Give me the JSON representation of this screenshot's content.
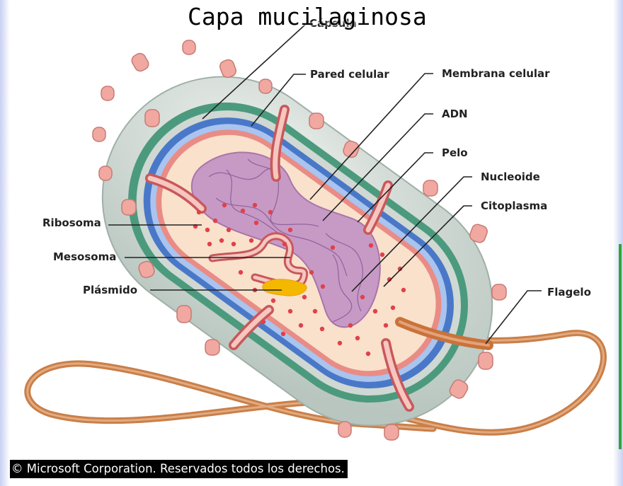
{
  "title": "Capa mucilaginosa",
  "labels": {
    "capsula": "Cápsula",
    "pared": "Pared celular",
    "membrana": "Membrana celular",
    "adn": "ADN",
    "pelo": "Pelo",
    "nucleoide": "Nucleoide",
    "citoplasma": "Citoplasma",
    "flagelo": "Flagelo",
    "ribosoma": "Ribosoma",
    "mesosoma": "Mesosoma",
    "plasmido": "Plásmido"
  },
  "copyright": "© Microsoft Corporation. Reservados todos los derechos.",
  "colors": {
    "capsule": "#c6d3cc",
    "cell_wall_green": "#4c9a7e",
    "membrane_blue": "#4a78c8",
    "membrane_light": "#a9c4ee",
    "cytoplasm": "#f9e1cc",
    "nucleoid": "#c79ac6",
    "pili": "#e8968f",
    "ribosome": "#e0414a",
    "plasmid": "#f5b800",
    "flagellum": "#d98545"
  }
}
